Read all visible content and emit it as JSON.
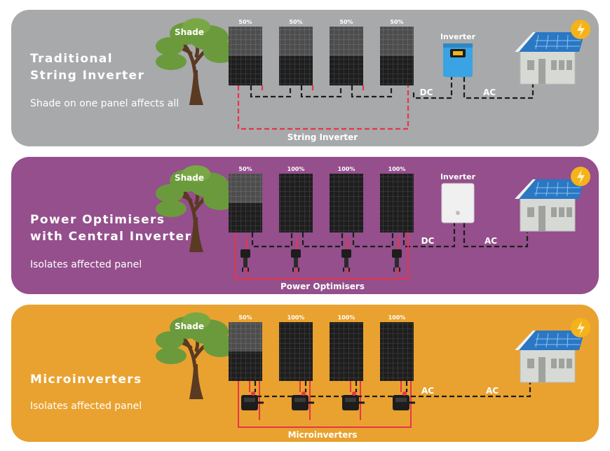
{
  "colors": {
    "row1_background": "#a7a9ab",
    "row2_background": "#944f8c",
    "row3_background": "#e9a22f",
    "dc_wire": "#e8344b",
    "signal_wire": "#1d1d1b",
    "inverter_blue": "#3aa3e3",
    "roof_solar": "#2a77c4",
    "sun": "#f5b21b"
  },
  "rows": [
    {
      "title_line1": "Traditional",
      "title_line2": "String Inverter",
      "subtitle": "Shade on one panel affects all",
      "panel_labels": [
        "50%",
        "50%",
        "50%",
        "50%"
      ],
      "shade_label": "Shade",
      "inverter_label": "Inverter",
      "dc_label": "DC",
      "ac_label": "AC",
      "bottom_label": "String Inverter"
    },
    {
      "title_line1": "Power Optimisers",
      "title_line2": "with Central Inverter",
      "subtitle": "Isolates affected panel",
      "panel_labels": [
        "50%",
        "100%",
        "100%",
        "100%"
      ],
      "shade_label": "Shade",
      "inverter_label": "Inverter",
      "dc_label": "DC",
      "ac_label": "AC",
      "bottom_label": "Power Optimisers"
    },
    {
      "title_line1": "Microinverters",
      "subtitle": "Isolates affected panel",
      "panel_labels": [
        "50%",
        "100%",
        "100%",
        "100%"
      ],
      "shade_label": "Shade",
      "ac_label_1": "AC",
      "ac_label_2": "AC",
      "bottom_label": "Microinverters"
    }
  ]
}
